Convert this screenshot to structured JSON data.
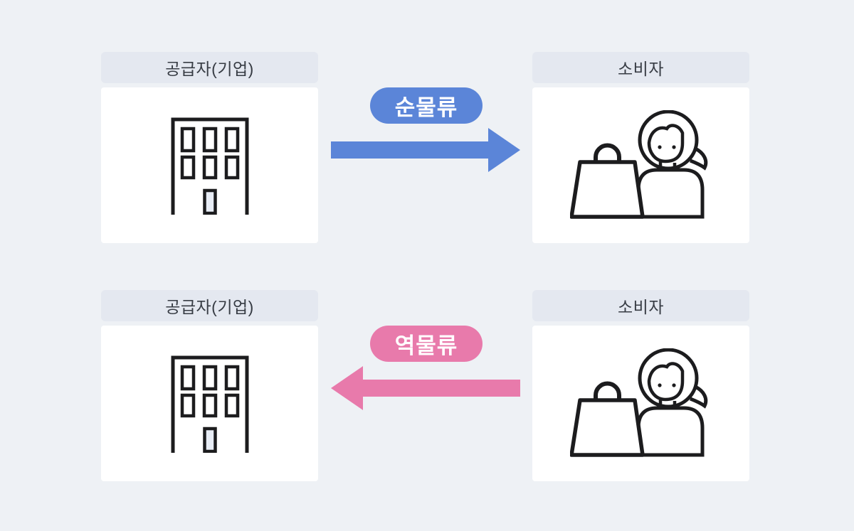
{
  "diagram": {
    "type": "logistics-flow-diagram",
    "language": "ko"
  },
  "colors": {
    "background": "#eef1f5",
    "card_header_bg": "#e4e8f0",
    "card_header_text": "#373c44",
    "card_body_bg": "#ffffff",
    "forward_flow_blue": "#5b85d8",
    "reverse_flow_pink": "#e87aab",
    "pill_text": "#ffffff",
    "icon_stroke": "#1c1c1e",
    "building_door_fill": "#e8edf6"
  },
  "rows": [
    {
      "supplier_title": "공급자(기업)",
      "supplier_icon": "building-icon",
      "consumer_title": "소비자",
      "consumer_icon": "woman-with-shopping-bag-icon",
      "flow_label": "순물류",
      "flow_direction": "right",
      "flow_color": "#5b85d8"
    },
    {
      "supplier_title": "공급자(기업)",
      "supplier_icon": "building-icon",
      "consumer_title": "소비자",
      "consumer_icon": "woman-with-shopping-bag-icon",
      "flow_label": "역물류",
      "flow_direction": "left",
      "flow_color": "#e87aab"
    }
  ]
}
